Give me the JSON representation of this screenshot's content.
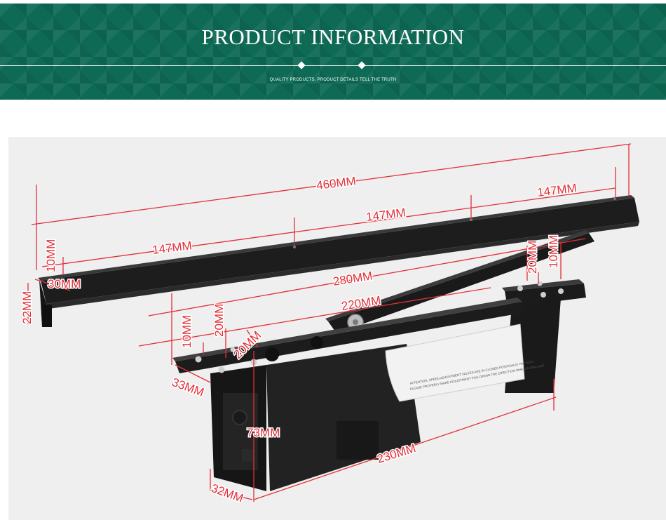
{
  "banner": {
    "title": "PRODUCT INFORMATION",
    "subtitle": "QUALITY PRODUCTS, PRODUCT DETAILS TELL THE TRUTH"
  },
  "dimensions": {
    "overall_length": "460MM",
    "seg_right": "147MM",
    "seg_middle": "147MM",
    "seg_left": "147MM",
    "rail_height": "10MM",
    "rail_inner": "30MM",
    "rail_depth": "22MM",
    "arm_length": "280MM",
    "arm_inner": "220MM",
    "arm_hole_a": "20MM",
    "arm_hole_b": "10MM",
    "plate_height": "10MM",
    "plate_hole": "20MM",
    "plate_hole_gap": "20MM",
    "plate_width": "33MM",
    "body_height": "73MM",
    "body_length": "230MM",
    "body_depth": "32MM"
  },
  "label": {
    "line1": "ATTENTION: SPEED ADJUSTMENT VALVES ARE IN CLOSED POSITION AT FACTORY",
    "line2": "PLEASE PROPERLY MAKE ADJUSTMENT FOLLOWING THE DIRECTION WHEN INSTALLING"
  },
  "colors": {
    "banner_green": "#0e6a55",
    "dimension_red": "#e2303a",
    "product_black": "#1c1c1c",
    "photo_background": "#efefef"
  }
}
